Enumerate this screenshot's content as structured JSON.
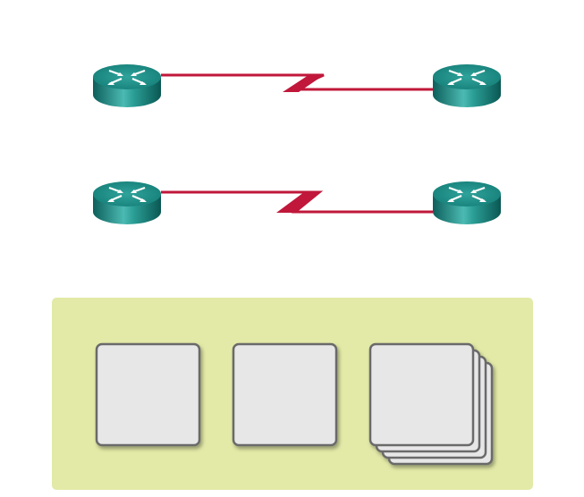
{
  "diagram": {
    "routers": [
      {
        "name": "router-top-left"
      },
      {
        "name": "router-top-right"
      },
      {
        "name": "router-bottom-left"
      },
      {
        "name": "router-bottom-right"
      }
    ],
    "links": [
      {
        "name": "serial-link-top",
        "type": "serial"
      },
      {
        "name": "serial-link-bottom",
        "type": "serial"
      }
    ],
    "panel": {
      "box_count": 3,
      "stacked_box_layers": 4
    },
    "colors": {
      "router": "#1a8a84",
      "link": "#c0173a",
      "panel": "#e3eaa7",
      "box_fill": "#e8e7e8",
      "box_border": "#6b6b6b"
    }
  }
}
